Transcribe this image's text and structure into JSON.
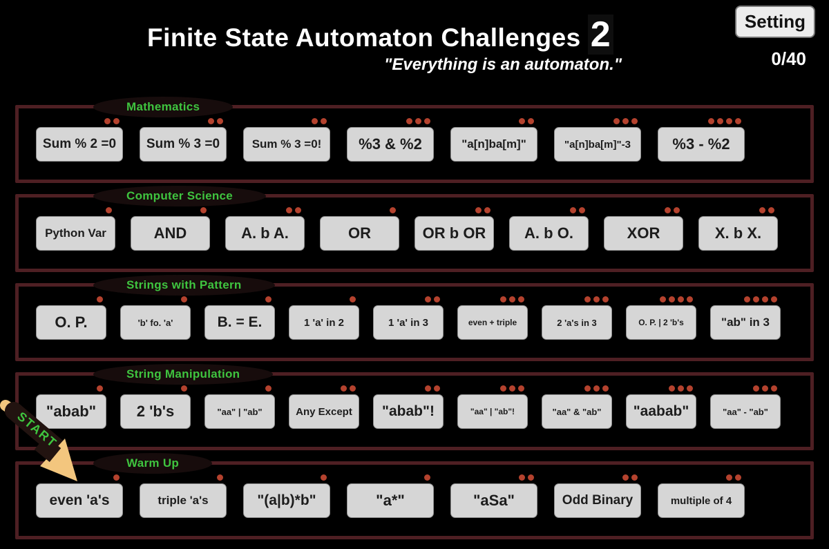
{
  "header": {
    "title": "Finite State Automaton Challenges",
    "title_number": "2",
    "subtitle": "\"Everything is an automaton.\"",
    "setting_label": "Setting",
    "score": "0/40"
  },
  "start_hint": {
    "label": "START",
    "arrow_icon": "hand-drawn-arrow"
  },
  "colors": {
    "accent_green": "#3fc43f",
    "dot_red": "#b4422e",
    "section_border": "#4e1f23",
    "button_bg": "#d6d6d6",
    "arrow_tan": "#f3c67e",
    "arrow_shaft": "#221310"
  },
  "sections": [
    {
      "name": "Mathematics",
      "buttons": [
        {
          "label": "Sum % 2 =0",
          "dots": 2
        },
        {
          "label": "Sum % 3 =0",
          "dots": 2
        },
        {
          "label": "Sum % 3 =0!",
          "dots": 2
        },
        {
          "label": "%3 & %2",
          "dots": 3
        },
        {
          "label": "\"a[n]ba[m]\"",
          "dots": 2
        },
        {
          "label": "\"a[n]ba[m]\"-3",
          "dots": 3
        },
        {
          "label": "%3 - %2",
          "dots": 4
        }
      ]
    },
    {
      "name": "Computer Science",
      "buttons": [
        {
          "label": "Python Var",
          "dots": 1
        },
        {
          "label": "AND",
          "dots": 1
        },
        {
          "label": "A. b A.",
          "dots": 2
        },
        {
          "label": "OR",
          "dots": 1
        },
        {
          "label": "OR b OR",
          "dots": 2
        },
        {
          "label": "A. b O.",
          "dots": 2
        },
        {
          "label": "XOR",
          "dots": 2
        },
        {
          "label": "X. b X.",
          "dots": 2
        }
      ]
    },
    {
      "name": "Strings with Pattern",
      "buttons": [
        {
          "label": "O. P.",
          "dots": 1
        },
        {
          "label": "'b' fo. 'a'",
          "dots": 1
        },
        {
          "label": "B. = E.",
          "dots": 1
        },
        {
          "label": "1 'a' in 2",
          "dots": 1
        },
        {
          "label": "1 'a' in 3",
          "dots": 2
        },
        {
          "label": "even + triple",
          "dots": 3
        },
        {
          "label": "2 'a's in 3",
          "dots": 3
        },
        {
          "label": "O. P. | 2 'b's",
          "dots": 4
        },
        {
          "label": "\"ab\" in 3",
          "dots": 4
        }
      ]
    },
    {
      "name": "String Manipulation",
      "buttons": [
        {
          "label": "\"abab\"",
          "dots": 1
        },
        {
          "label": "2 'b's",
          "dots": 1
        },
        {
          "label": "\"aa\" | \"ab\"",
          "dots": 1
        },
        {
          "label": "Any Except",
          "dots": 2
        },
        {
          "label": "\"abab\"!",
          "dots": 2
        },
        {
          "label": "\"aa\" | \"ab\"!",
          "dots": 3
        },
        {
          "label": "\"aa\" & \"ab\"",
          "dots": 3
        },
        {
          "label": "\"aabab\"",
          "dots": 3
        },
        {
          "label": "\"aa\" - \"ab\"",
          "dots": 3
        }
      ]
    },
    {
      "name": "Warm Up",
      "buttons": [
        {
          "label": "even 'a's",
          "dots": 1
        },
        {
          "label": "triple 'a's",
          "dots": 1
        },
        {
          "label": "\"(a|b)*b\"",
          "dots": 1
        },
        {
          "label": "\"a*\"",
          "dots": 1
        },
        {
          "label": "\"aSa\"",
          "dots": 2
        },
        {
          "label": "Odd Binary",
          "dots": 2
        },
        {
          "label": "multiple of 4",
          "dots": 2
        }
      ]
    }
  ]
}
